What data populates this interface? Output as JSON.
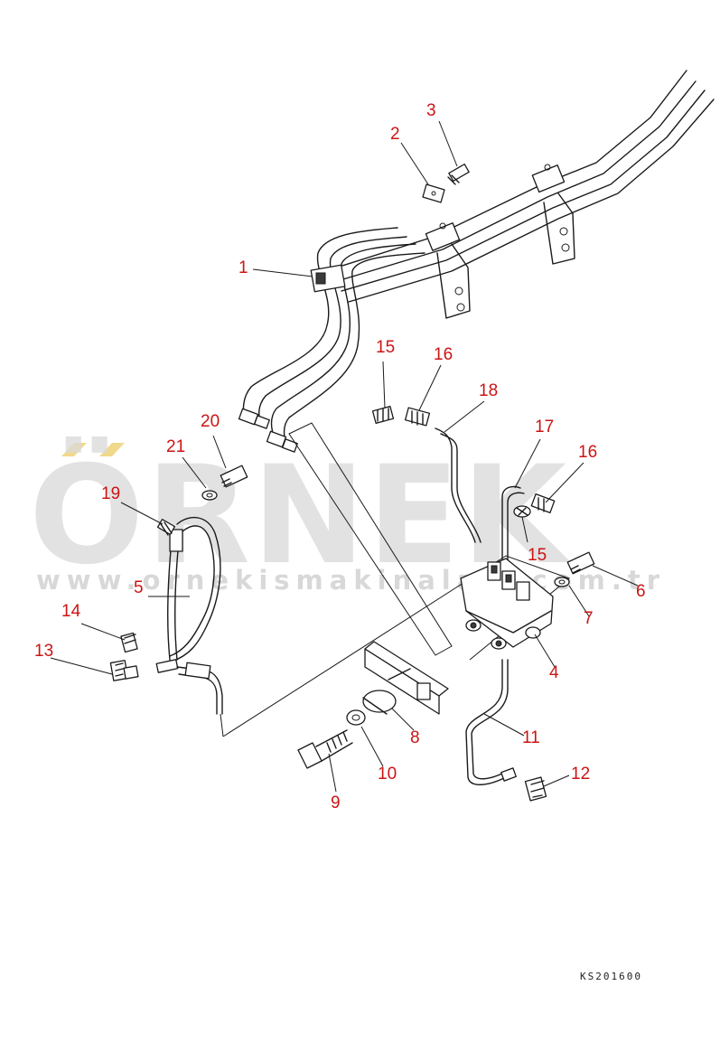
{
  "watermark": {
    "brand": "ÖRNEK",
    "url": "www.ornekismakinalari.com.tr",
    "accent_color": "#f1d98c"
  },
  "drawing_code": "KS201600",
  "callouts": [
    {
      "id": "c3",
      "label": "3"
    },
    {
      "id": "c2",
      "label": "2"
    },
    {
      "id": "c1",
      "label": "1"
    },
    {
      "id": "c15a",
      "label": "15"
    },
    {
      "id": "c16a",
      "label": "16"
    },
    {
      "id": "c18",
      "label": "18"
    },
    {
      "id": "c20",
      "label": "20"
    },
    {
      "id": "c17",
      "label": "17"
    },
    {
      "id": "c21",
      "label": "21"
    },
    {
      "id": "c16b",
      "label": "16"
    },
    {
      "id": "c19",
      "label": "19"
    },
    {
      "id": "c15b",
      "label": "15"
    },
    {
      "id": "c5",
      "label": "5"
    },
    {
      "id": "c6",
      "label": "6"
    },
    {
      "id": "c14",
      "label": "14"
    },
    {
      "id": "c7",
      "label": "7"
    },
    {
      "id": "c13",
      "label": "13"
    },
    {
      "id": "c4",
      "label": "4"
    },
    {
      "id": "c11",
      "label": "11"
    },
    {
      "id": "c8",
      "label": "8"
    },
    {
      "id": "c12",
      "label": "12"
    },
    {
      "id": "c10",
      "label": "10"
    },
    {
      "id": "c9",
      "label": "9"
    }
  ],
  "colors": {
    "callout": "#cc1414",
    "line": "#1a1a1a",
    "watermark": "#d9d9d9"
  }
}
